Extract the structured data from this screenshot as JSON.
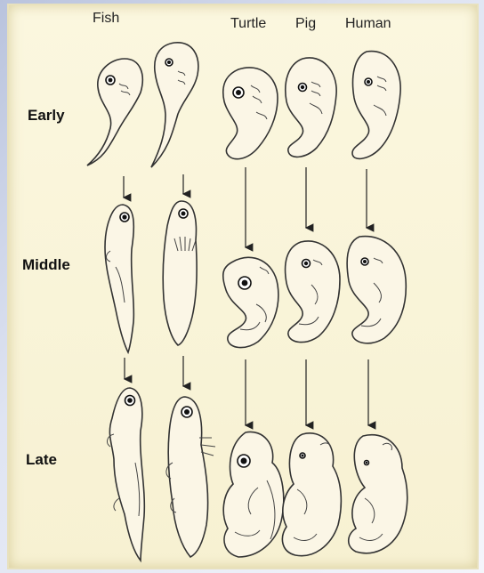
{
  "columns": {
    "fish": "Fish",
    "turtle": "Turtle",
    "pig": "Pig",
    "human": "Human"
  },
  "rows": {
    "early": "Early",
    "middle": "Middle",
    "late": "Late"
  }
}
